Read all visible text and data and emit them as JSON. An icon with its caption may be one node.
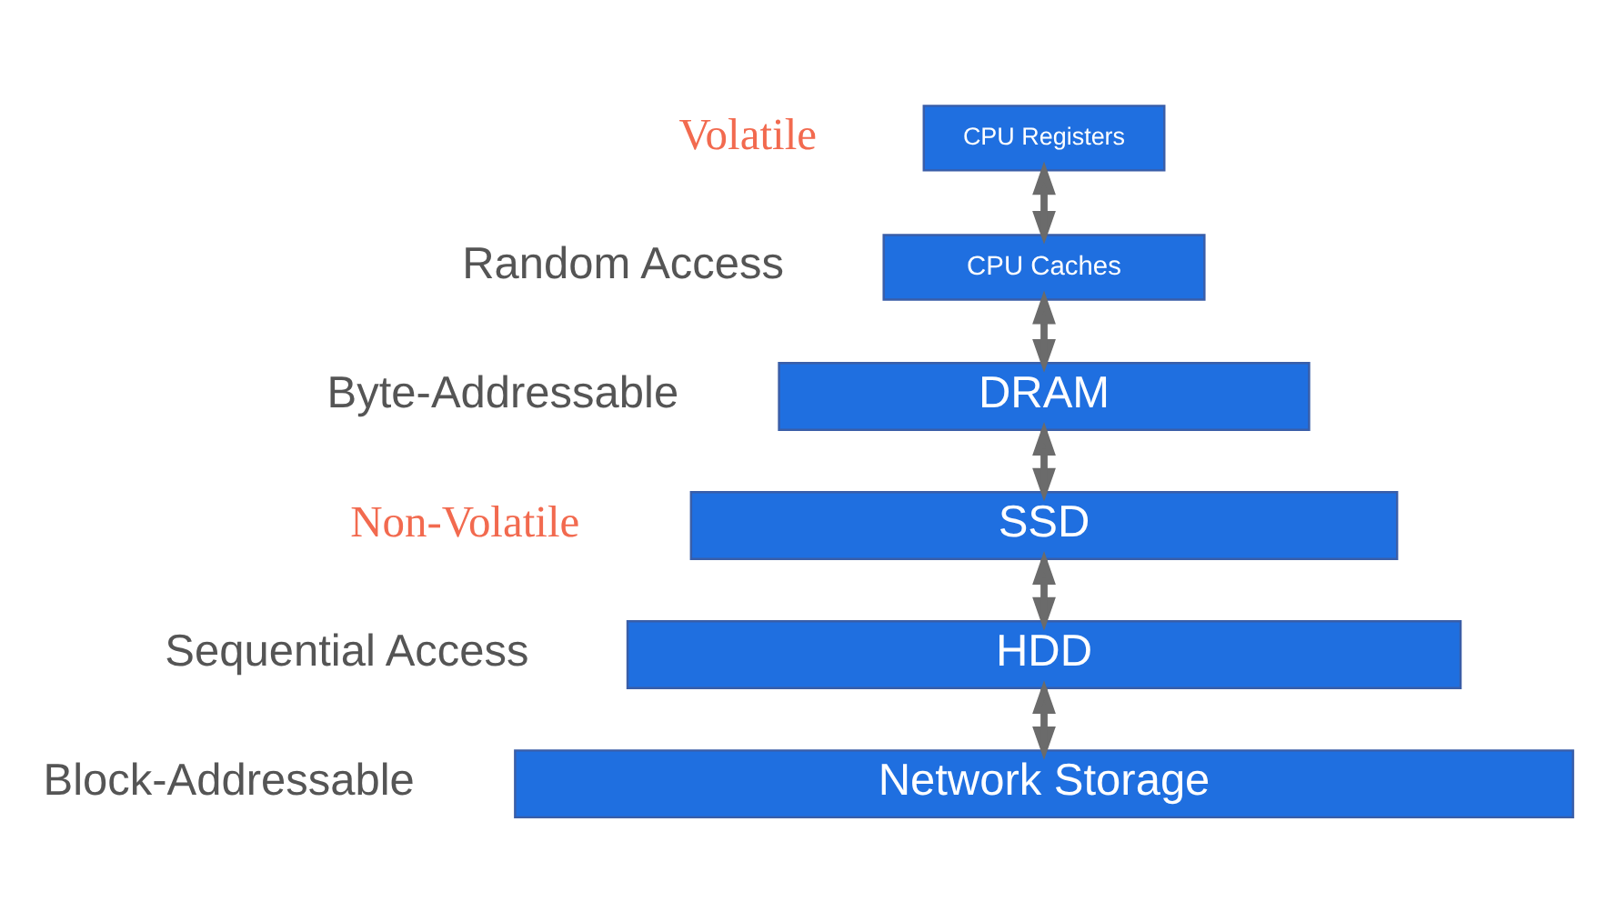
{
  "diagram": {
    "nodes": [
      {
        "text": [
          "CPU Registers"
        ]
      },
      {
        "text": [
          "CPU Caches"
        ]
      },
      {
        "text": [
          "DRAM"
        ]
      },
      {
        "text": [
          "SSD"
        ]
      },
      {
        "text": [
          "HDD"
        ]
      },
      {
        "text": [
          "Network Storage"
        ]
      }
    ],
    "edges": [
      {
        "from": 1,
        "to": 0,
        "arrow": "to"
      },
      {
        "from": 0,
        "to": 1,
        "arrow": "to"
      },
      {
        "from": 2,
        "to": 1,
        "arrow": "to"
      },
      {
        "from": 1,
        "to": 2,
        "arrow": "to"
      },
      {
        "from": 3,
        "to": 2,
        "arrow": "to"
      },
      {
        "from": 2,
        "to": 3,
        "arrow": "to"
      },
      {
        "from": 4,
        "to": 3,
        "arrow": "to"
      },
      {
        "from": 3,
        "to": 4,
        "arrow": "to"
      },
      {
        "from": 5,
        "to": 4,
        "arrow": "to"
      },
      {
        "from": 4,
        "to": 5,
        "arrow": "to"
      }
    ],
    "labels": [
      "Volatile",
      "Random Access",
      "Byte-Addressable",
      "Non-Volatile",
      "Sequential Access",
      "Block-Addressable"
    ]
  }
}
